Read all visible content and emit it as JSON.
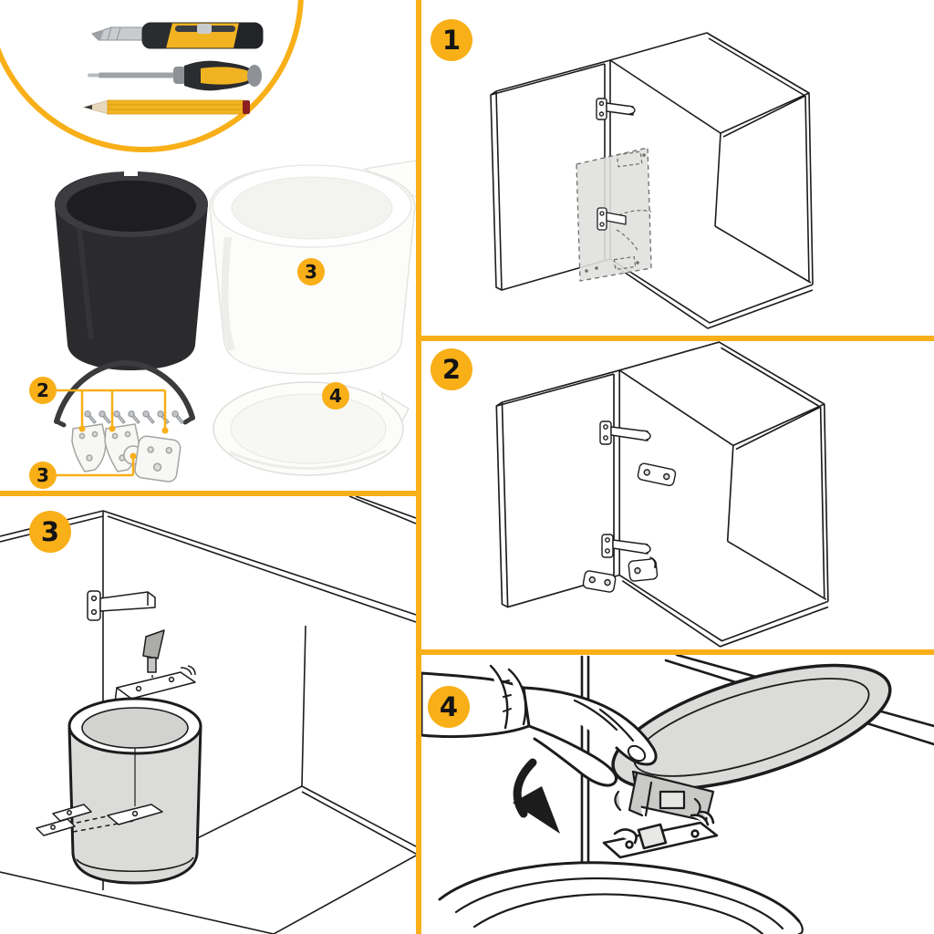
{
  "colors": {
    "accent": "#F8AF18",
    "ink": "#1C1C1C",
    "paper": "#FFFFFF",
    "bin_black": "#2B2B2E",
    "shade_gray": "#DBDBD9",
    "tool_yellow": "#F2B322",
    "tool_black": "#2A2C2F",
    "metal_gray": "#9EA2A6",
    "pencil_tip_red": "#8E1F1F"
  },
  "steps": [
    {
      "label": "1"
    },
    {
      "label": "2"
    },
    {
      "label": "3"
    },
    {
      "label": "4"
    }
  ],
  "parts_panel": {
    "tools": [
      {
        "name": "utility-knife"
      },
      {
        "name": "screwdriver"
      },
      {
        "name": "pencil"
      }
    ],
    "callouts": {
      "hardware_set": "2",
      "mounting_bracket": "3",
      "white_bin": "3",
      "lid": "4"
    }
  }
}
